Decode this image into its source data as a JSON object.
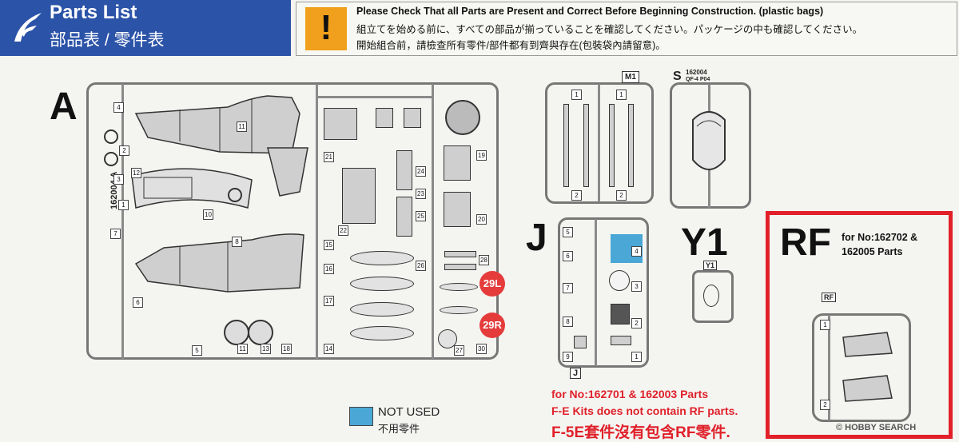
{
  "header": {
    "title": "Parts List",
    "subtitle": "部品表 / 零件表"
  },
  "notice": {
    "line_en": "Please Check That all Parts are Present and Correct Before Beginning Construction. (plastic bags)",
    "line_ja": "組立てを始める前に、すべての部品が揃っていることを確認してください。パッケージの中も確認してください。",
    "line_zh": "開始組合前，請檢查所有零件/部件都有到齊與存在(包裝袋內請留意)。",
    "icon": "warning-icon",
    "icon_color": "#f0a01c"
  },
  "sprues": {
    "a": {
      "letter": "A",
      "code": "162004",
      "code_letter": "A"
    },
    "m1": {
      "label": "M1"
    },
    "s": {
      "letter": "S",
      "code": "162004",
      "sub": "QF-4 P04"
    },
    "j": {
      "letter": "J",
      "label": "J"
    },
    "y1": {
      "letter": "Y1",
      "label": "Y1"
    },
    "rf": {
      "letter": "RF",
      "label": "RF",
      "note_line1": "for No:162702 &",
      "note_line2": "162005 Parts"
    }
  },
  "badges": {
    "b1": "29L",
    "b2": "29R"
  },
  "numbers": {
    "a_left": [
      "2",
      "4",
      "3",
      "7",
      "1",
      "6"
    ],
    "a_mid": [
      "12",
      "10",
      "8",
      "11",
      "13",
      "5",
      "11",
      "14",
      "15",
      "16",
      "18",
      "17",
      "21",
      "22"
    ],
    "a_right": [
      "24",
      "25",
      "23",
      "19",
      "20",
      "26",
      "27",
      "28",
      "30"
    ],
    "m1": [
      "1",
      "1",
      "2",
      "2"
    ],
    "j": [
      "5",
      "6",
      "7",
      "4",
      "3",
      "8",
      "9",
      "2",
      "1"
    ],
    "rf": [
      "1",
      "2"
    ]
  },
  "notes": {
    "line1": "for No:162701 & 162003 Parts",
    "line2": "F-E Kits does not contain RF parts.",
    "line3": "F-5E套件沒有包含RF零件."
  },
  "legend": {
    "en": "NOT USED",
    "zh": "不用零件",
    "color": "#4aa7d6"
  },
  "watermark": "© HOBBY SEARCH",
  "colors": {
    "header_bg": "#2b53a8",
    "accent_red": "#e2202a"
  }
}
